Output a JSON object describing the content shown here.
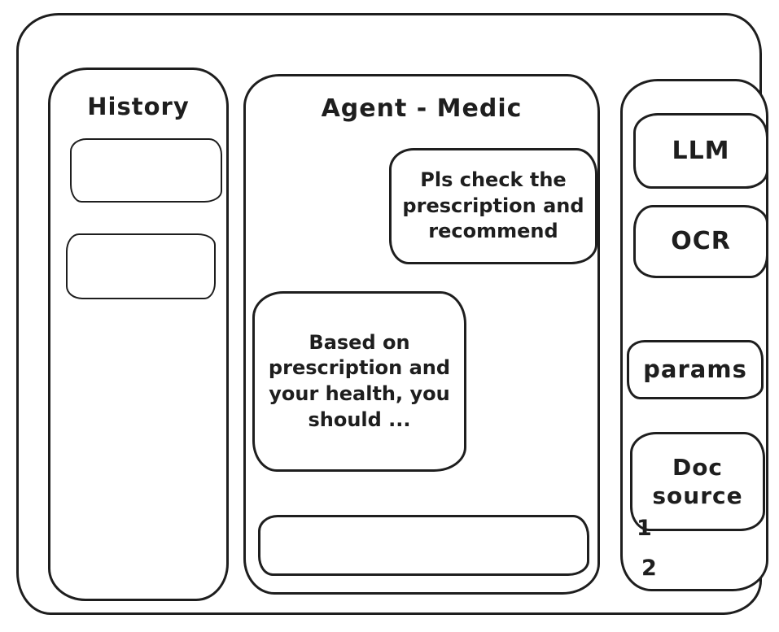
{
  "app": {
    "title": "Agent - Medic"
  },
  "history_panel": {
    "title": "History",
    "items": [
      "",
      ""
    ]
  },
  "chat": {
    "messages": [
      {
        "role": "user",
        "text": "Pls check the prescription and recommend"
      },
      {
        "role": "assistant",
        "text": "Based on prescription and your health, you should ..."
      }
    ],
    "input": {
      "value": "",
      "placeholder": ""
    }
  },
  "tools_panel": {
    "buttons": [
      {
        "label": "LLM"
      },
      {
        "label": "OCR"
      },
      {
        "label": "params"
      },
      {
        "label": "Doc source"
      }
    ],
    "doc_list": [
      "1",
      "2"
    ]
  },
  "colors": {
    "stroke": "#1e1e1e",
    "background": "#ffffff"
  }
}
